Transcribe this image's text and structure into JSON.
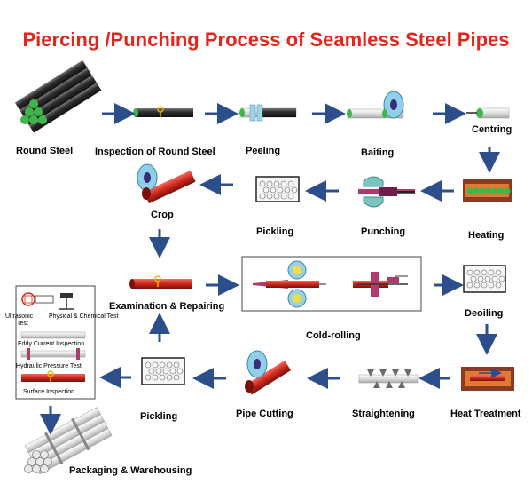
{
  "title": "Piercing /Punching Process of Seamless Steel Pipes",
  "steps": {
    "round_steel": "Round Steel",
    "inspection": "Inspection of Round Steel",
    "peeling": "Peeling",
    "baiting": "Baiting",
    "centring": "Centring",
    "heating": "Heating",
    "punching": "Punching",
    "pickling_1": "Pickling",
    "crop": "Crop",
    "examination": "Examination & Repairing",
    "cold_rolling": "Cold-rolling",
    "deoiling": "Deoiling",
    "heat_treatment": "Heat Treatment",
    "straightening": "Straightening",
    "pipe_cutting": "Pipe Cutting",
    "pickling_2": "Pickling",
    "packaging": "Packaging & Warehousing"
  },
  "inspection_box": {
    "ultrasonic": "Ultrasonic",
    "test": "Test",
    "physical_chemical": "Physical & Chemical Test",
    "eddy_current": "Eddy Current Inspection",
    "hydraulic": "Hydraulic Pressure Test",
    "surface": "Surface Inspection"
  },
  "colors": {
    "title": "#e8231b",
    "arrow": "#2c4f8c",
    "pipe_red": "#d12a1f",
    "pipe_dark": "#3d3d3d",
    "pipe_light": "#dedede",
    "end_green": "#3fb84a"
  }
}
